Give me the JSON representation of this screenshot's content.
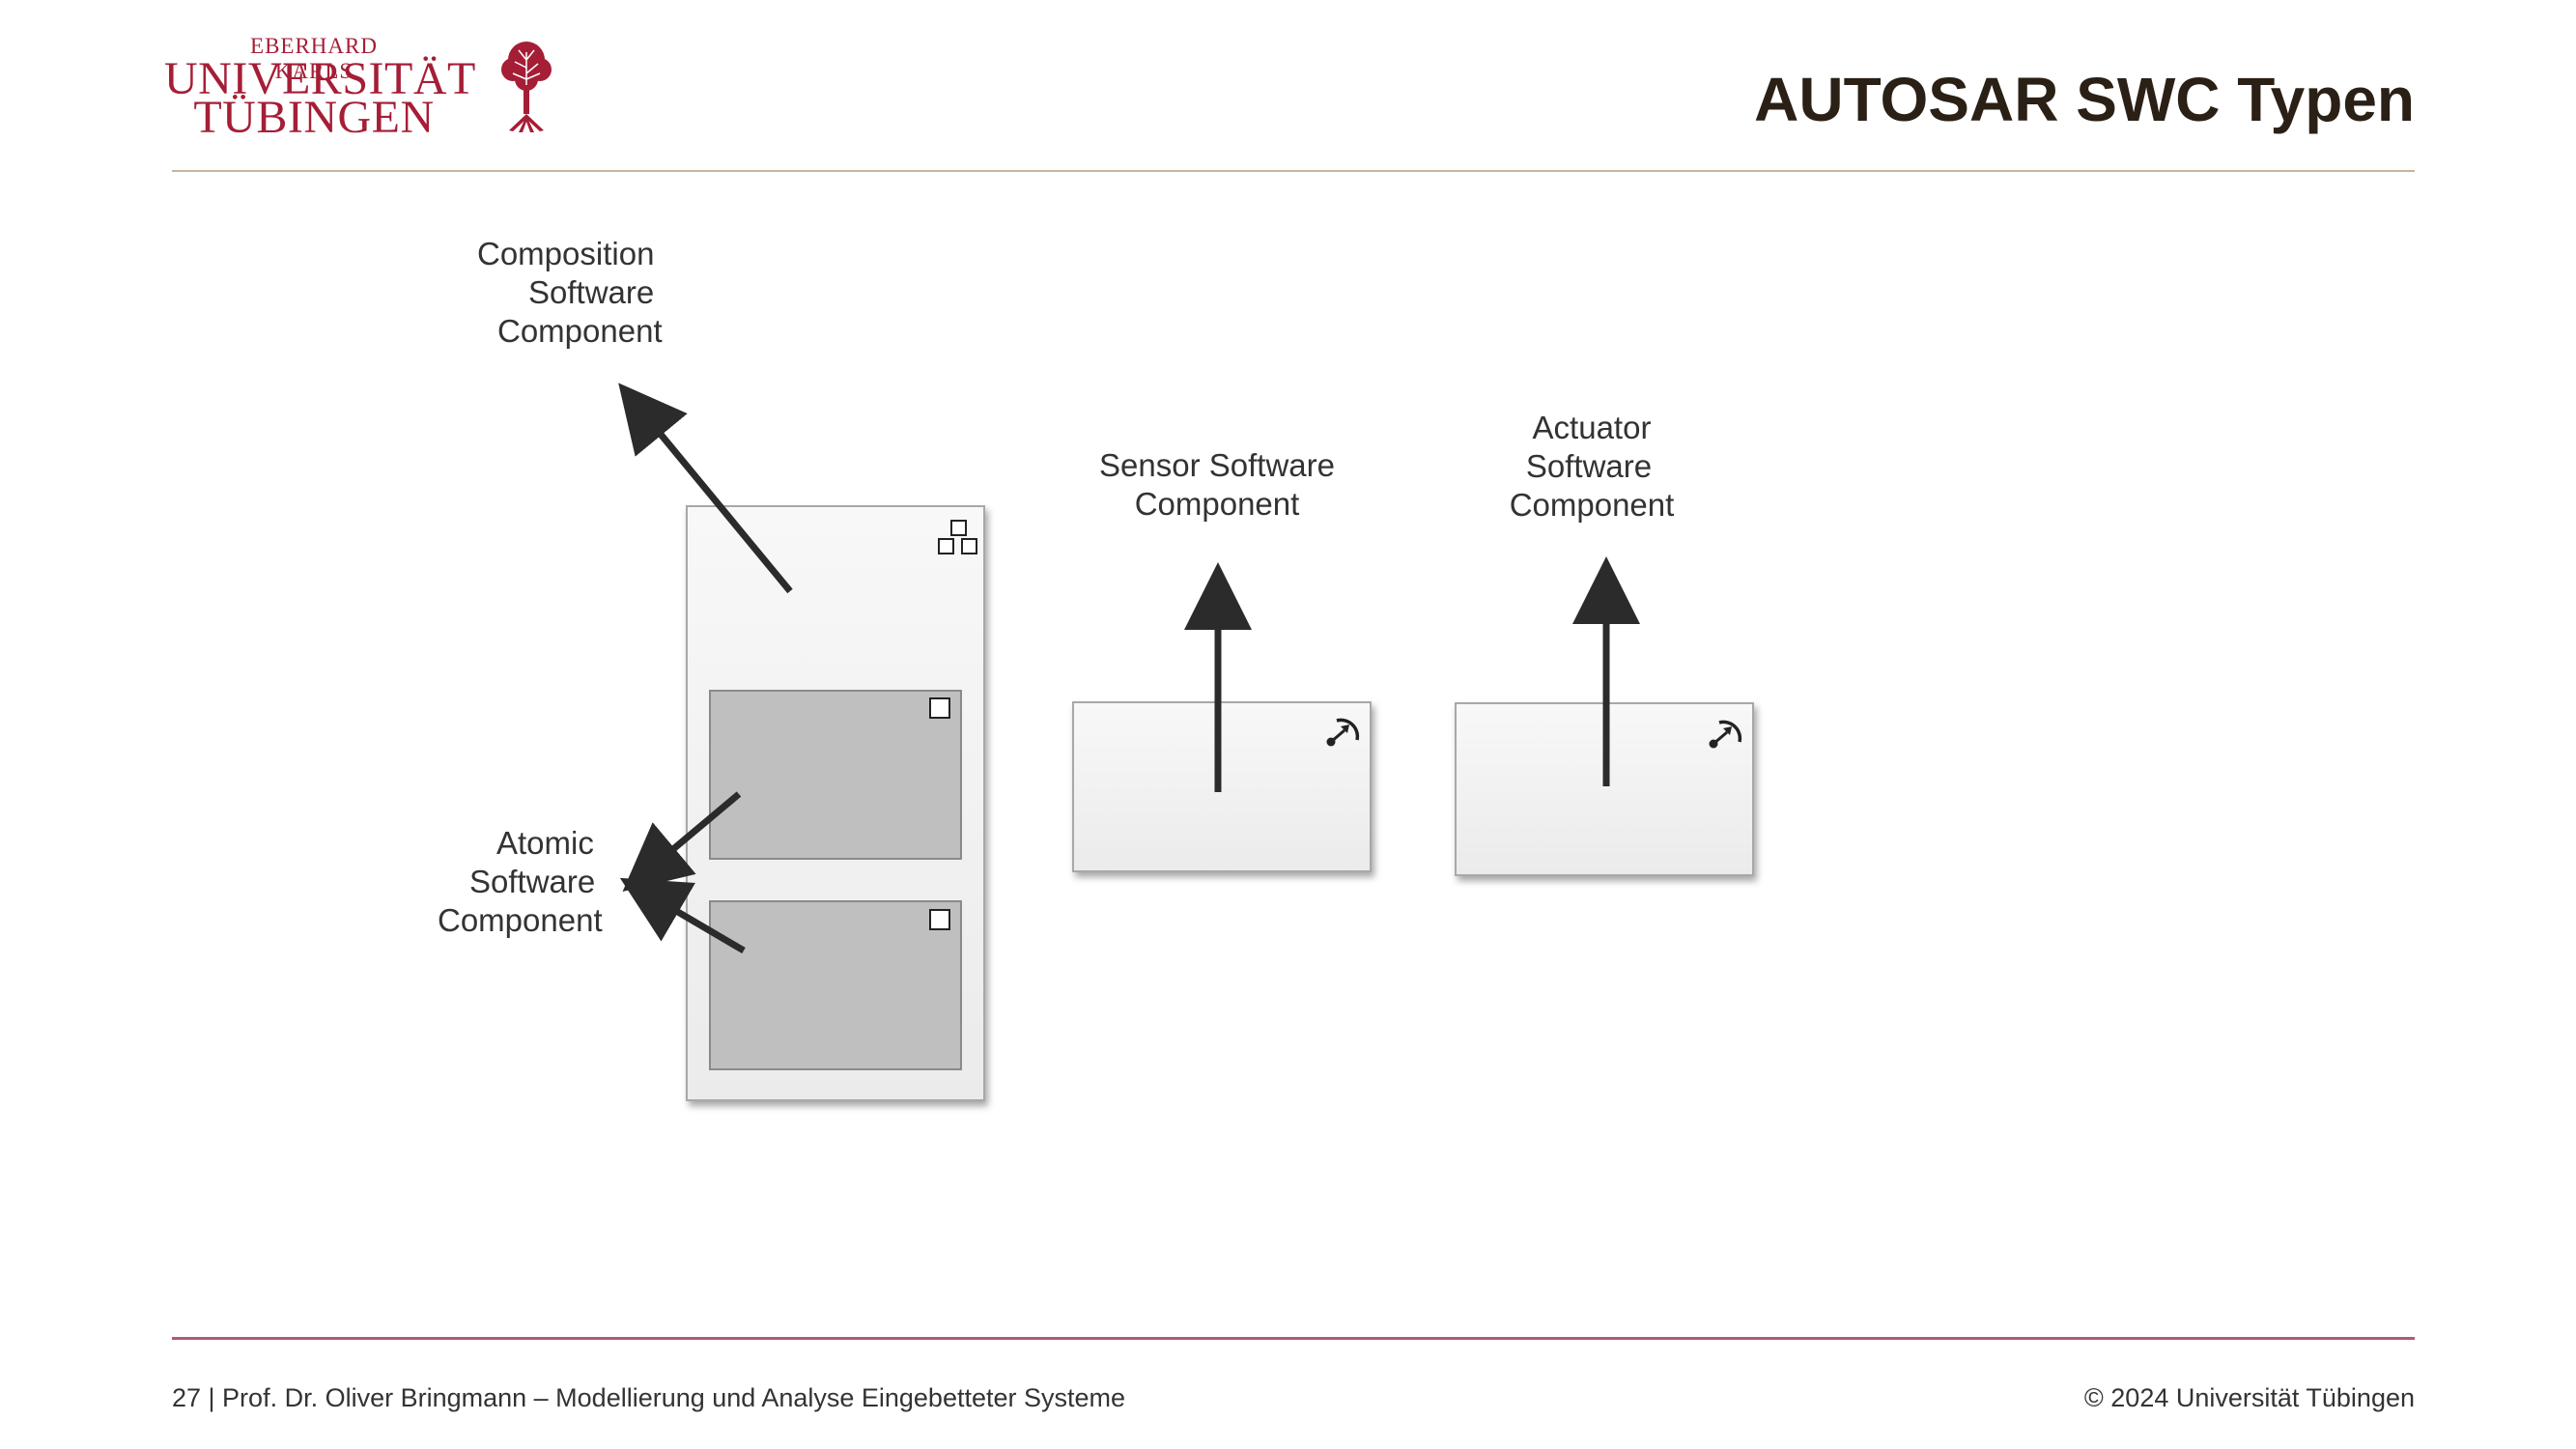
{
  "header": {
    "logo_small": "EBERHARD KARLS",
    "logo_line1": "UNIVERSITÄT",
    "logo_line2": "TÜBINGEN",
    "title": "AUTOSAR SWC Typen"
  },
  "diagram": {
    "composition_label": [
      "Composition",
      "Software",
      "Component"
    ],
    "atomic_label": [
      "Atomic",
      "Software",
      "Component"
    ],
    "sensor_label": [
      "Sensor Software",
      "Component"
    ],
    "actuator_label": [
      "Actuator",
      "Software",
      "Component"
    ],
    "icons": {
      "composition": "composition-icon",
      "atomic": "atomic-square-icon",
      "sensor": "sensor-gauge-icon",
      "actuator": "actuator-gauge-icon"
    }
  },
  "footer": {
    "left": "27 | Prof. Dr. Oliver Bringmann – Modellierung und Analyse Eingebetteter Systeme",
    "right": "© 2024 Universität Tübingen"
  },
  "colors": {
    "brand": "#a51e36",
    "title": "#2a2016",
    "arrow": "#2b2b2b"
  }
}
